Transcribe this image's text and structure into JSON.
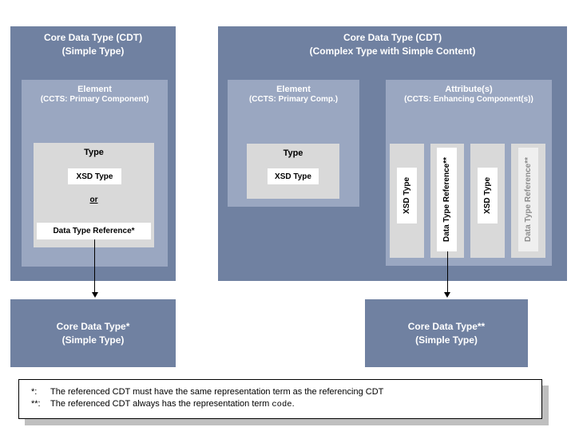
{
  "colors": {
    "panel_blue": "#7081A1",
    "subpanel_blue": "#9AA7C1",
    "box_gray": "#D9D9D9",
    "box_white": "#FFFFFF",
    "dimmed_box": "#EFEFEF",
    "dimmed_text": "#8C8C8C",
    "shadow_gray": "#BFBFBF"
  },
  "left_panel": {
    "title1": "Core Data Type (CDT)",
    "title2": "(Simple Type)",
    "element": {
      "title": "Element",
      "subtitle": "(CCTS: Primary Component)",
      "type_title": "Type",
      "xsd_type": "XSD Type",
      "or_label": "or",
      "data_type_reference": "Data Type Reference*"
    }
  },
  "right_panel": {
    "title1": "Core Data Type (CDT)",
    "title2": "(Complex Type with Simple Content)",
    "element": {
      "title": "Element",
      "subtitle": "(CCTS: Primary Comp.)",
      "type_title": "Type",
      "xsd_type": "XSD Type"
    },
    "attributes": {
      "title": "Attribute(s)",
      "subtitle": "(CCTS: Enhancing Component(s))",
      "columns": [
        {
          "label": "XSD Type"
        },
        {
          "label": "Data Type Reference**"
        },
        {
          "label": "XSD Type"
        },
        {
          "label": "Data Type Reference**"
        }
      ]
    }
  },
  "result_left": {
    "line1": "Core Data Type*",
    "line2": "(Simple Type)"
  },
  "result_right": {
    "line1": "Core Data Type**",
    "line2": "(Simple Type)"
  },
  "footnotes": [
    {
      "marker": "*:",
      "text": "The referenced CDT must have the same representation term as the referencing CDT",
      "code": "",
      "after": ""
    },
    {
      "marker": "**:",
      "text": "The referenced CDT always has the representation term ",
      "code": "code",
      "after": "."
    }
  ]
}
